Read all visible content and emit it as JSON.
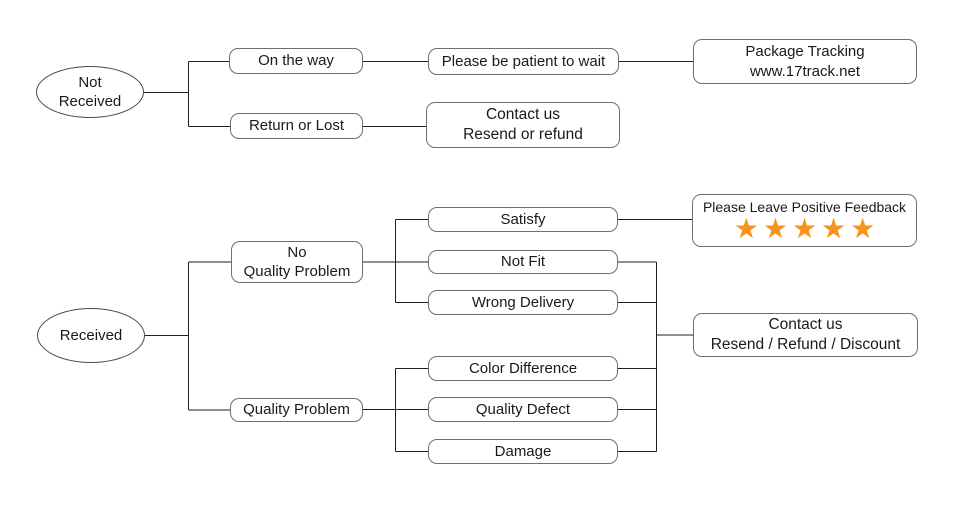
{
  "flowchart": {
    "nodes": {
      "not_received": {
        "line1": "Not",
        "line2": "Received"
      },
      "on_the_way": {
        "label": "On the way"
      },
      "be_patient": {
        "label": "Please be patient to wait"
      },
      "package_tracking": {
        "line1": "Package Tracking",
        "line2": "www.17track.net"
      },
      "return_or_lost": {
        "label": "Return or Lost"
      },
      "contact_resend_refund": {
        "line1": "Contact us",
        "line2": "Resend or refund"
      },
      "received": {
        "label": "Received"
      },
      "no_quality_problem": {
        "line1": "No",
        "line2": "Quality Problem"
      },
      "satisfy": {
        "label": "Satisfy"
      },
      "positive_feedback": {
        "label": "Please Leave Positive Feedback",
        "stars": 5,
        "star_icon": "star-icon"
      },
      "not_fit": {
        "label": "Not Fit"
      },
      "wrong_delivery": {
        "label": "Wrong Delivery"
      },
      "quality_problem": {
        "label": "Quality Problem"
      },
      "color_difference": {
        "label": "Color Difference"
      },
      "quality_defect": {
        "label": "Quality Defect"
      },
      "damage": {
        "label": "Damage"
      },
      "contact_resend_refund_discount": {
        "line1": "Contact us",
        "line2": "Resend / Refund / Discount"
      }
    },
    "colors": {
      "star": "#F7941D",
      "box_border": "#6e6e6e",
      "line": "#1f1f1f",
      "text": "#1a1a1a",
      "background": "#ffffff"
    }
  }
}
